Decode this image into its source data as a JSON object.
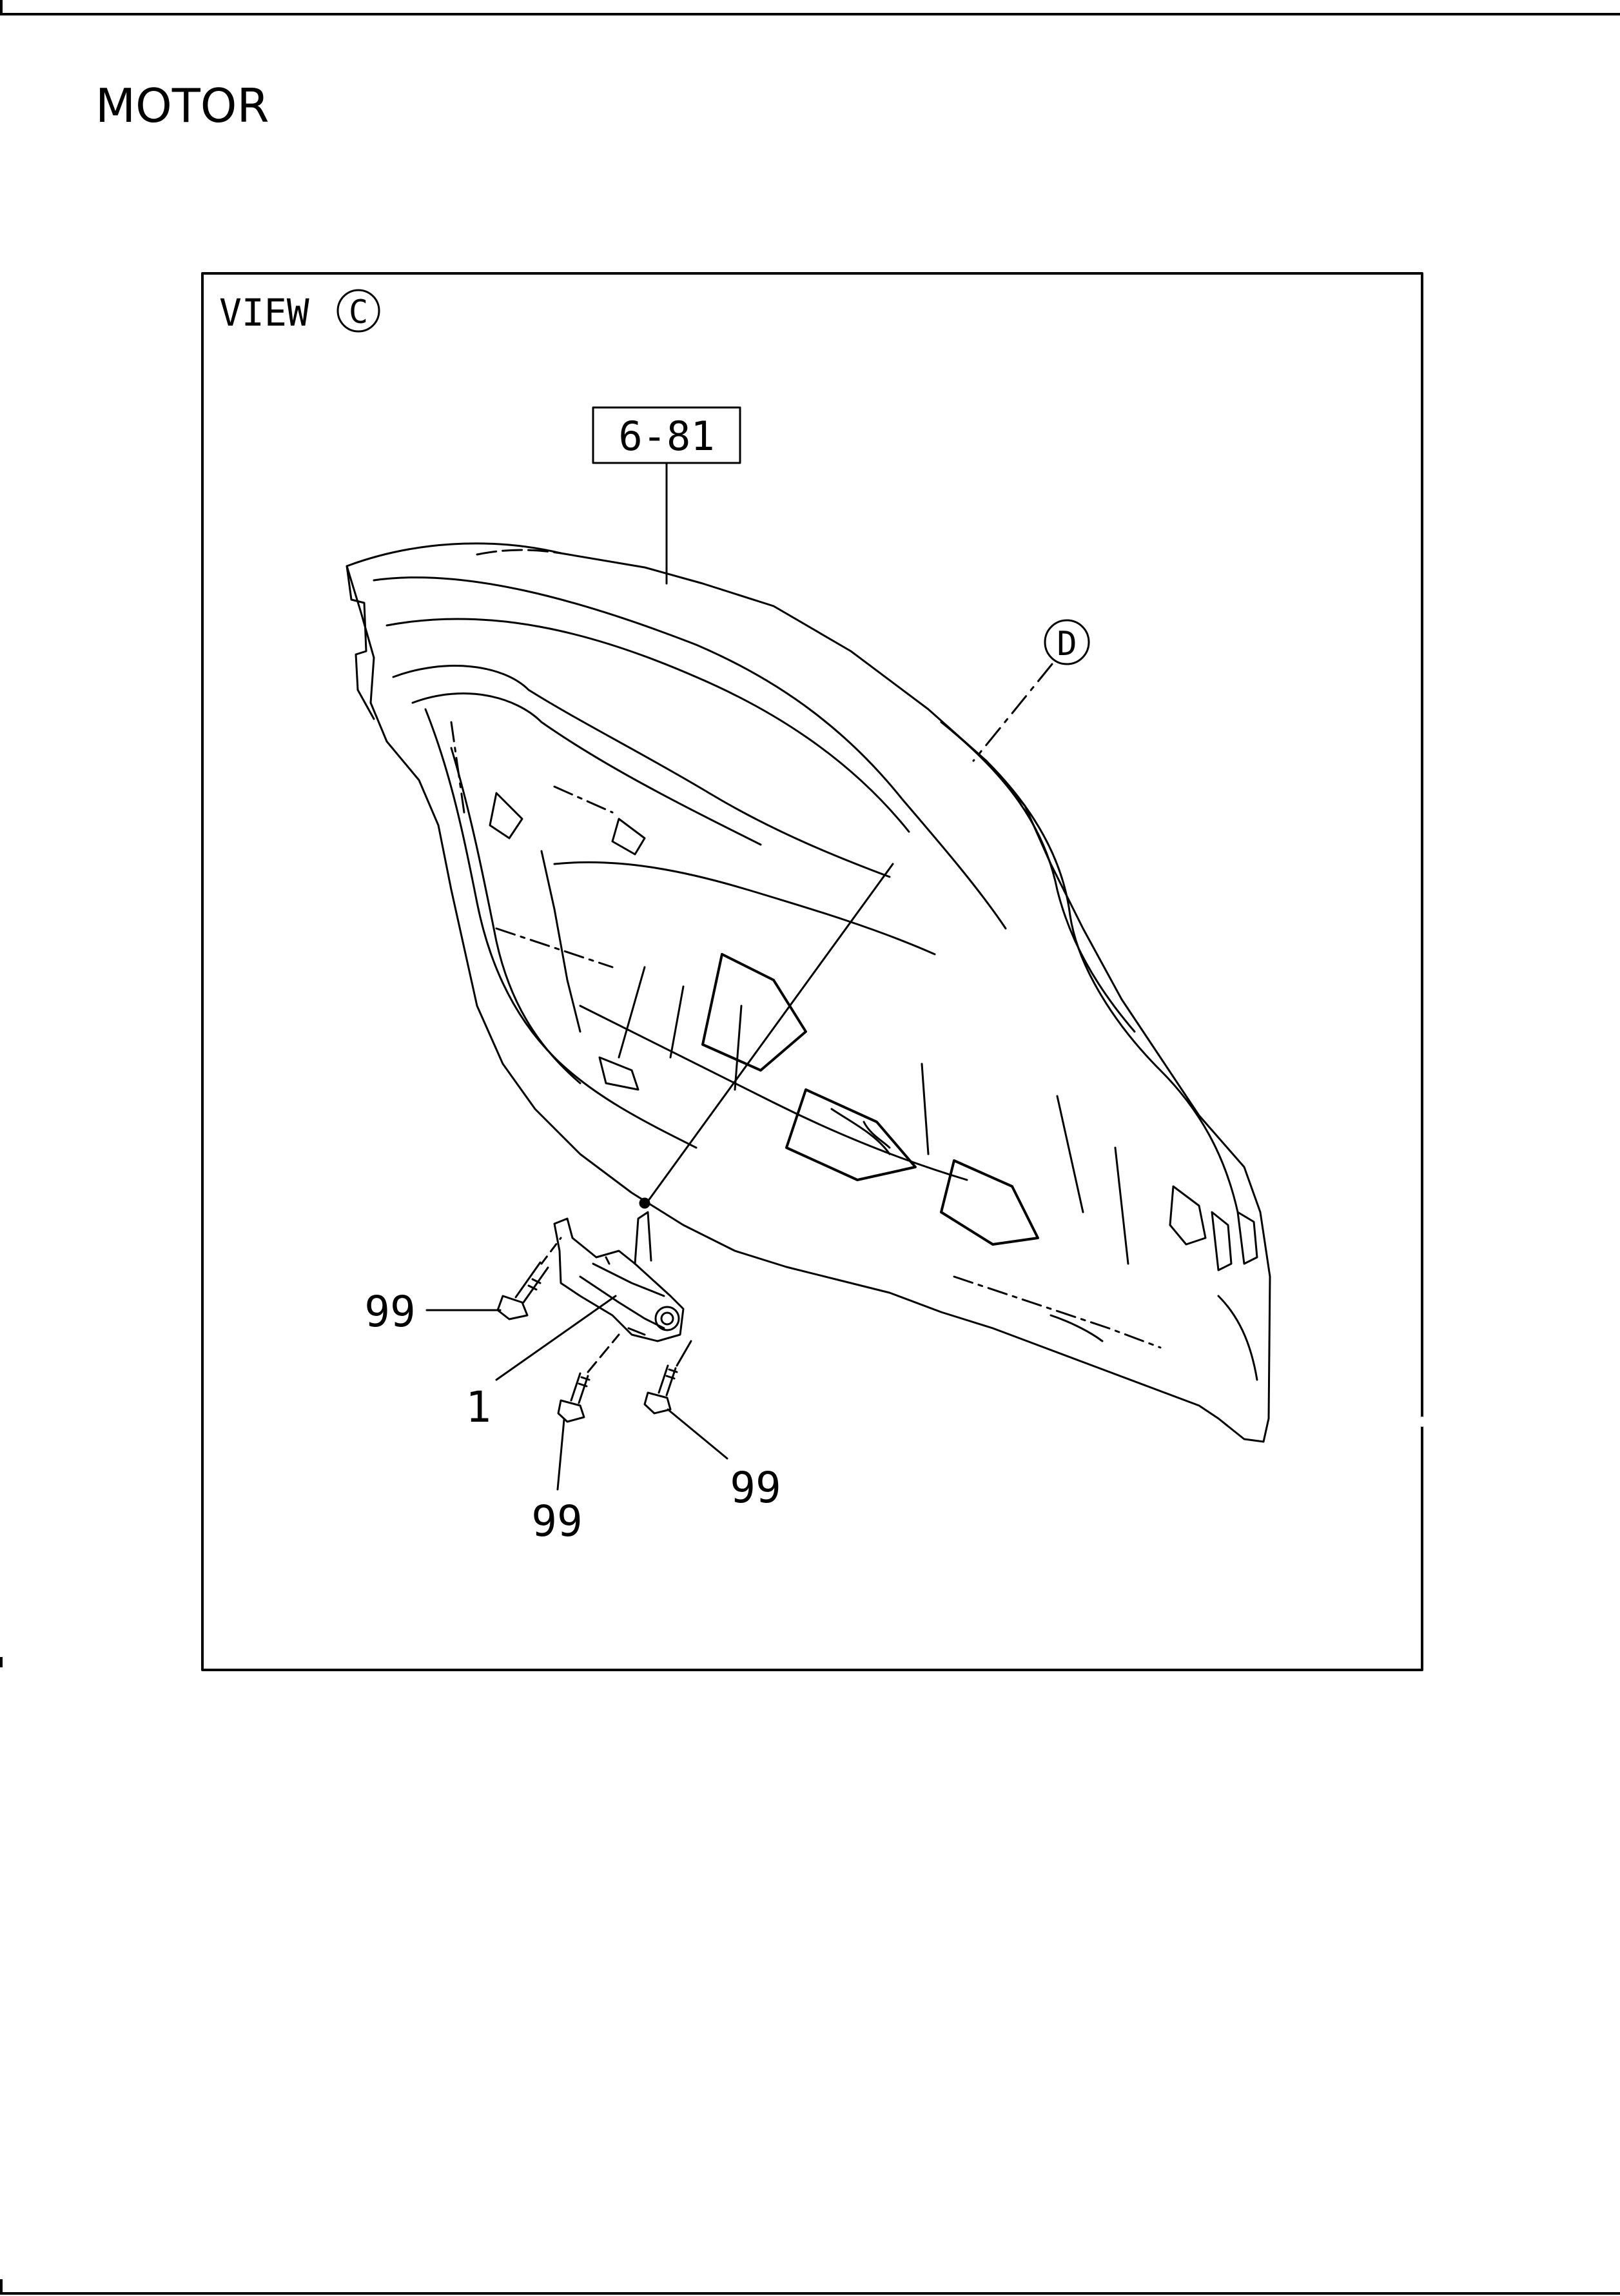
{
  "page": {
    "title": "MOTOR"
  },
  "view": {
    "label": "VIEW",
    "mark": "C"
  },
  "callouts": {
    "ref_box": "6-81",
    "detail_mark": "D",
    "part_1": "1",
    "bolt_left": "99",
    "bolt_bottom": "99",
    "bolt_right": "99"
  }
}
